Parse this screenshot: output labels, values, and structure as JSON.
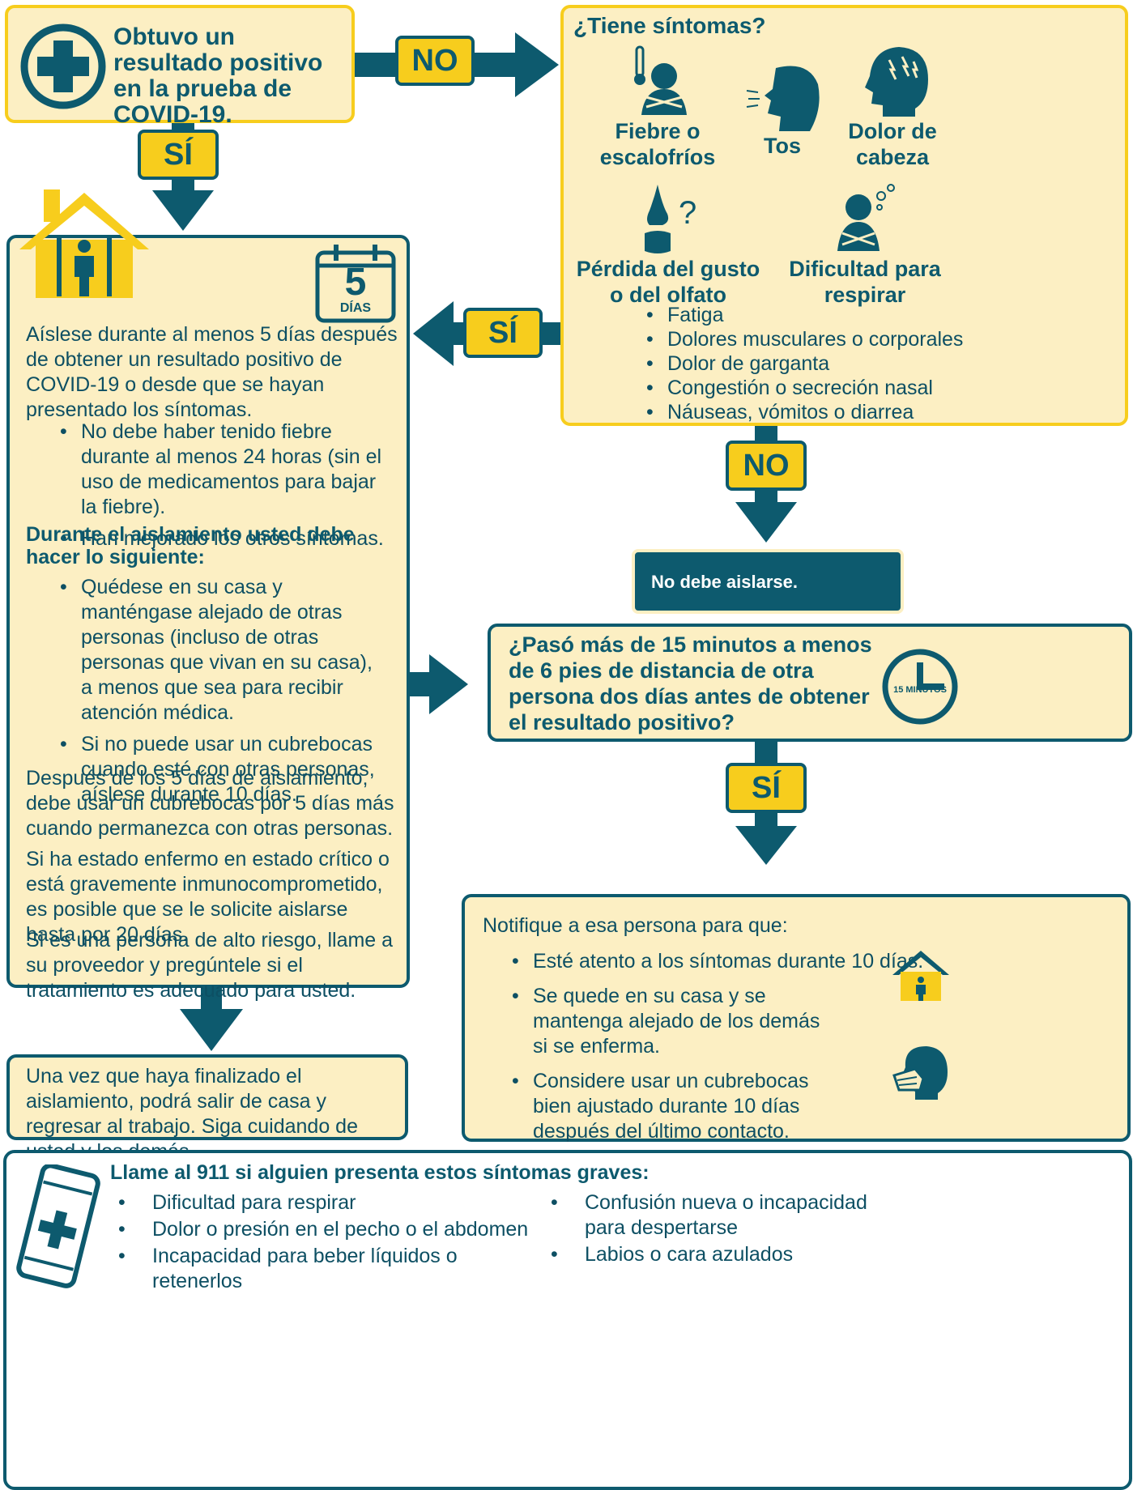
{
  "start": {
    "text": "Obtuvo un resultado positivo en la prueba de COVID-19."
  },
  "labels": {
    "no_top": "NO",
    "si_top": "SÍ",
    "si_mid": "SÍ",
    "no_right": "NO",
    "si_right": "SÍ"
  },
  "symptoms": {
    "title": "¿Tiene síntomas?",
    "fever": "Fiebre o escalofríos",
    "cough": "Tos",
    "headache": "Dolor de cabeza",
    "taste": "Pérdida del gusto o del olfato",
    "breathing": "Dificultad para respirar",
    "list": [
      "Fatiga",
      "Dolores musculares o corporales",
      "Dolor de garganta",
      "Congestión o secreción nasal",
      "Náuseas, vómitos o diarrea"
    ]
  },
  "calendar": {
    "number": "5",
    "unit": "DÍAS"
  },
  "isolation": {
    "intro": "Aíslese durante al menos 5 días después de obtener un resultado positivo de COVID-19 o desde que se hayan presentado los síntomas.",
    "conditions": [
      "No debe haber tenido fiebre durante al menos 24 horas (sin el uso de medicamentos para bajar la fiebre).",
      "Han mejorado los otros síntomas."
    ],
    "during_title": "Durante el aislamiento usted debe hacer lo siguiente:",
    "during": [
      "Quédese en su casa y manténgase alejado de otras personas (incluso de otras personas que vivan en su casa), a menos que sea para recibir atención médica.",
      "Si no puede usar un cubrebocas cuando esté con otras personas, aíslese durante 10 días."
    ],
    "after": "Después de los 5 días de aislamiento, debe usar un cubrebocas por 5 días más cuando permanezca con otras personas.",
    "critical": "Si ha estado enfermo en estado crítico o está gravemente inmunocomprometido, es posible que se le solicite aislarse hasta por 20 días.",
    "risk": "Si es una persona de alto riesgo, llame a su proveedor y pregúntele si el tratamiento es adecuado para usted."
  },
  "end": {
    "text": "Una vez que haya finalizado el aislamiento, podrá salir de casa y regresar al trabajo. Siga cuidando de usted y los demás."
  },
  "no_isolate": {
    "text": "No debe aislarse."
  },
  "exposure": {
    "question": "¿Pasó más de 15 minutos a menos de 6 pies de distancia de otra persona dos días antes de obtener el resultado positivo?",
    "clock": "15 MINUTOS"
  },
  "notify": {
    "title": "Notifique a esa persona para que:",
    "items": [
      "Esté atento a los síntomas durante 10 días.",
      "Se quede en su casa y se mantenga alejado de los demás si se enferma.",
      "Considere usar un cubrebocas bien ajustado durante 10 días después del último contacto."
    ]
  },
  "emergency": {
    "title": "Llame al 911 si alguien presenta estos síntomas graves:",
    "left": [
      "Dificultad para respirar",
      "Dolor o presión en el pecho o el abdomen",
      "Incapacidad para beber líquidos o retenerlos"
    ],
    "right": [
      "Confusión nueva o incapacidad para despertarse",
      "Labios o cara azulados"
    ]
  },
  "colors": {
    "teal": "#0d5a6e",
    "yellow": "#f7cd1d",
    "cream": "#fcefc3"
  }
}
